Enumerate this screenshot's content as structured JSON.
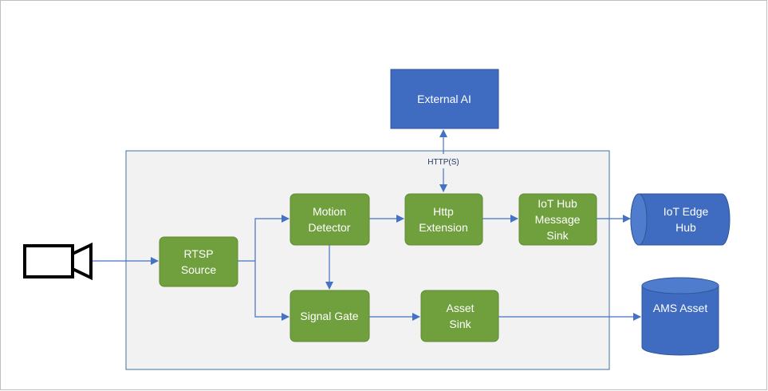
{
  "colors": {
    "node_green": "#70a03e",
    "node_green_border": "#5f8a33",
    "node_blue": "#3f6cc0",
    "node_blue_border": "#2f5597",
    "arrow": "#4472c4",
    "container_fill": "#f2f2f2",
    "container_border": "#41719c"
  },
  "nodes": {
    "camera": {
      "name": "camera-icon"
    },
    "rtsp_source": {
      "lines": [
        "RTSP",
        "Source"
      ]
    },
    "motion_detector": {
      "lines": [
        "Motion",
        "Detector"
      ]
    },
    "http_extension": {
      "lines": [
        "Http",
        "Extension"
      ]
    },
    "iot_hub_message_sink": {
      "lines": [
        "IoT Hub",
        "Message",
        "Sink"
      ]
    },
    "signal_gate": {
      "lines": [
        "Signal Gate"
      ]
    },
    "asset_sink": {
      "lines": [
        "Asset",
        "Sink"
      ]
    },
    "external_ai": {
      "lines": [
        "External AI"
      ]
    },
    "iot_edge_hub": {
      "lines": [
        "IoT Edge",
        "Hub"
      ]
    },
    "ams_asset": {
      "lines": [
        "AMS Asset"
      ]
    }
  },
  "edges": {
    "http_label": "HTTP(S)"
  }
}
